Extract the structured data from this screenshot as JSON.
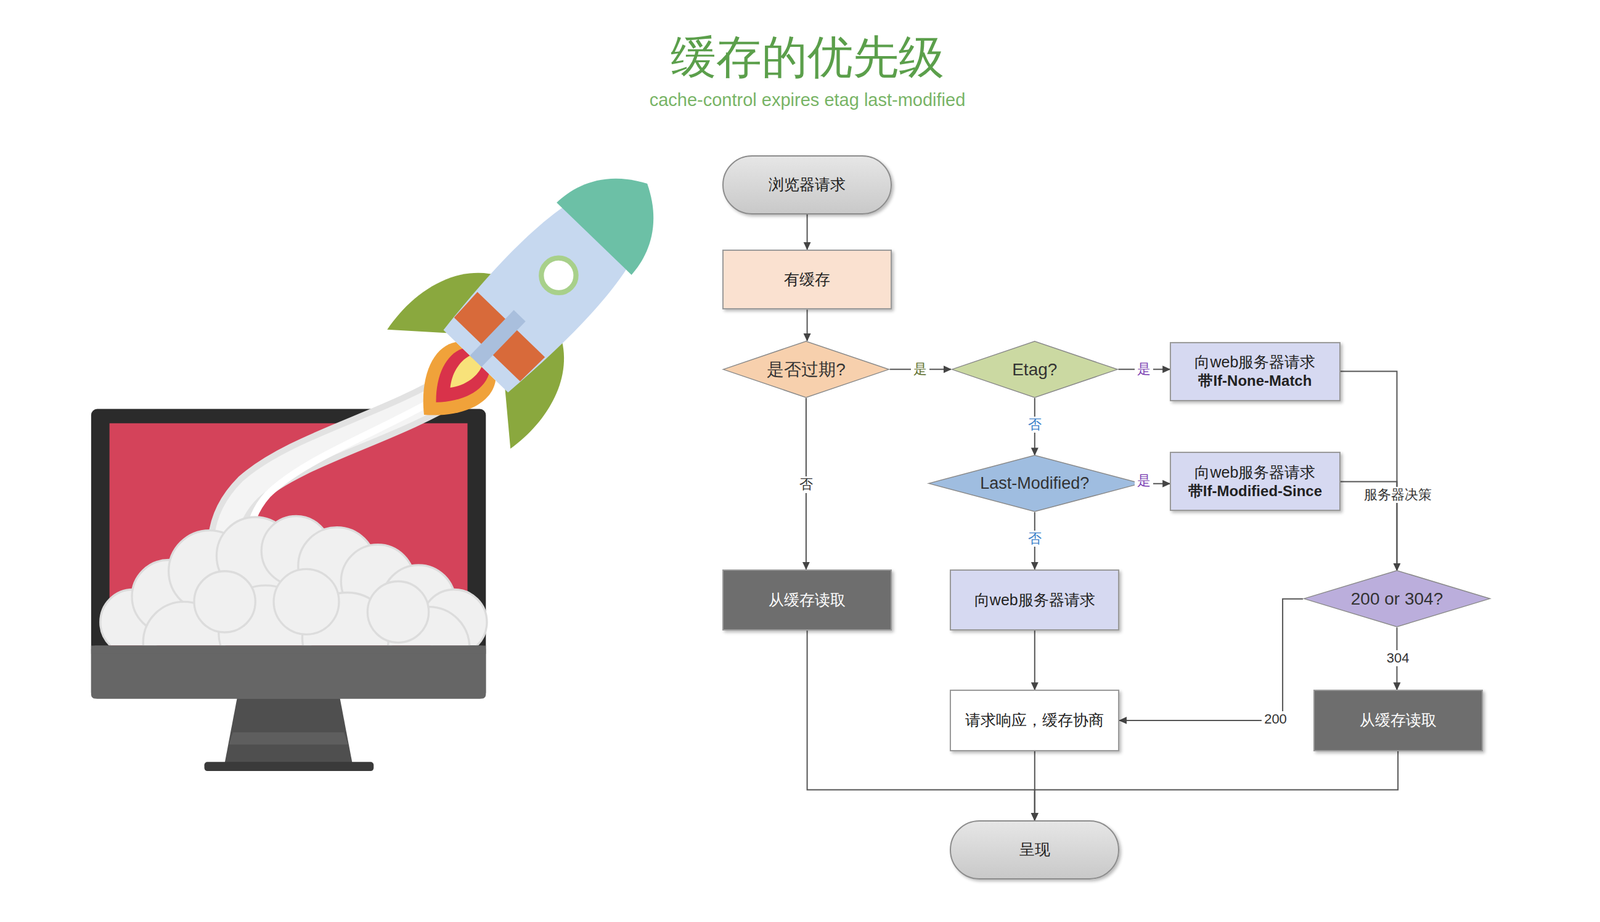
{
  "diagram": {
    "title": "缓存的优先级",
    "caption": "cache-control expires etag last-modified",
    "nodes": [
      {
        "text": [
          "浏览器请求"
        ]
      },
      {
        "text": [
          "有缓存"
        ]
      },
      {
        "text": [
          "是否过期?"
        ]
      },
      {
        "text": [
          "Etag?"
        ]
      },
      {
        "text": [
          "向web服务器请求",
          "带If-None-Match"
        ]
      },
      {
        "text": [
          "Last-Modified?"
        ]
      },
      {
        "text": [
          "向web服务器请求",
          "带If-Modified-Since"
        ]
      },
      {
        "text": [
          "从缓存读取"
        ]
      },
      {
        "text": [
          "向web服务器请求"
        ]
      },
      {
        "text": [
          "200 or 304?"
        ]
      },
      {
        "text": [
          "请求响应，缓存协商"
        ]
      },
      {
        "text": [
          "从缓存读取"
        ]
      },
      {
        "text": [
          "呈现"
        ]
      }
    ],
    "edges": [
      {
        "from": 0,
        "to": 1,
        "arrow": "to"
      },
      {
        "from": 1,
        "to": 2,
        "arrow": "to"
      },
      {
        "from": 2,
        "to": 3,
        "label": "是",
        "arrow": "to"
      },
      {
        "from": 3,
        "to": 4,
        "label": "是",
        "arrow": "to"
      },
      {
        "from": 3,
        "to": 5,
        "label": "否",
        "arrow": "to"
      },
      {
        "from": 5,
        "to": 6,
        "label": "是",
        "arrow": "to"
      },
      {
        "from": 2,
        "to": 7,
        "label": "否",
        "arrow": "to"
      },
      {
        "from": 5,
        "to": 8,
        "label": "否",
        "arrow": "to"
      },
      {
        "from": 4,
        "to": 9,
        "arrow": "to"
      },
      {
        "from": 6,
        "to": 9,
        "label": "服务器决策",
        "arrow": "to"
      },
      {
        "from": 9,
        "to": 11,
        "label": "304",
        "arrow": "to"
      },
      {
        "from": 9,
        "to": 10,
        "label": "200",
        "arrow": "to"
      },
      {
        "from": 8,
        "to": 10,
        "arrow": "to"
      },
      {
        "from": 7,
        "to": 12,
        "arrow": "to"
      },
      {
        "from": 10,
        "to": 12,
        "arrow": "to"
      },
      {
        "from": 11,
        "to": 12,
        "arrow": "to"
      }
    ]
  }
}
